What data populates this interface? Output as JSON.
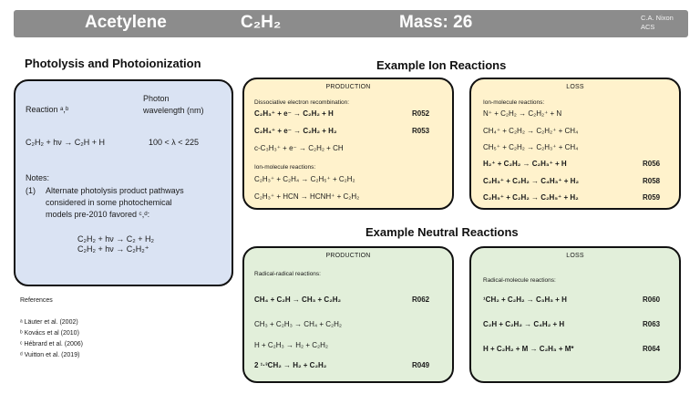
{
  "header": {
    "name": "Acetylene",
    "formula": "C₂H₂",
    "mass": "Mass: 26",
    "credit_line1": "C.A. Nixon",
    "credit_line2": "ACS"
  },
  "photolysis": {
    "title": "Photolysis and Photoionization",
    "col_reaction": "Reaction ᵃ,ᵇ",
    "col_wavelength_1": "Photon",
    "col_wavelength_2": "wavelength (nm)",
    "reaction": "C₂H₂ + hν → C₂H + H",
    "wavelength": "100 < λ < 225",
    "notes_label": "Notes:",
    "note_num": "(1)",
    "note_line1": "Alternate photolysis product pathways",
    "note_line2": "considered in some photochemical",
    "note_line3": "models pre-2010 favored ᶜ,ᵈ:",
    "alt1": "C₂H₂ + hν → C₂ + H₂",
    "alt2": "C₂H₂ + hν → C₂H₂⁺"
  },
  "references": {
    "title": "References",
    "items": [
      "ᵃ Läuter et al. (2002)",
      "ᵇ Kovács et al (2010)",
      "ᶜ Hébrard et al. (2006)",
      "ᵈ Vuitton et al. (2019)"
    ]
  },
  "ion": {
    "title": "Example Ion Reactions",
    "production": {
      "header": "PRODUCTION",
      "sub1": "Dissociative electron recombination:",
      "r1": "C₂H₃⁺ + e⁻ → C₂H₂ + H",
      "r1_id": "R052",
      "r2": "C₂H₄⁺ + e⁻ → C₂H₂ + H₂",
      "r2_id": "R053",
      "r3": "c-C₃H₃⁺ + e⁻ → C₂H₂ + CH",
      "sub2": "Ion-molecule reactions:",
      "r4": "C₂H₃⁺ + C₂H₄ → C₂H₅⁺ + C₂H₂",
      "r5": "C₂H₃⁺ + HCN → HCNH⁺ + C₂H₂"
    },
    "loss": {
      "header": "LOSS",
      "sub1": "Ion-molecule reactions:",
      "r1": "N⁺ + C₂H₂ → C₂H₂⁺ + N",
      "r2": "CH₄⁺ + C₂H₂ → C₂H₂⁺ + CH₄",
      "r3": "CH₅⁺ + C₂H₂ → C₂H₃⁺ + CH₄",
      "r4": "H₂⁺ + C₂H₂ → C₂H₃⁺ + H",
      "r4_id": "R056",
      "r5": "C₂H₃⁺ + C₂H₂ → C₄H₃⁺ + H₂",
      "r5_id": "R058",
      "r6": "C₂H₅⁺ + C₂H₂ → C₂H₅⁺ + H₂",
      "r6_id": "R059"
    }
  },
  "neutral": {
    "title": "Example Neutral Reactions",
    "production": {
      "header": "PRODUCTION",
      "sub1": "Radical-radical reactions:",
      "r1": "CH₄ + C₂H → CH₃ + C₂H₂",
      "r1_id": "R062",
      "r2": "CH₃ + C₂H₃ → CH₄ + C₂H₂",
      "r3": "H + C₂H₃   → H₂ + C₂H₂",
      "r4": "2 ¹·³CH₂   → H₂ + C₂H₂",
      "r4_id": "R049"
    },
    "loss": {
      "header": "LOSS",
      "sub1": "Radical-molecule reactions:",
      "r1": "¹CH₂ + C₂H₂   → C₃H₃ + H",
      "r1_id": "R060",
      "r2": "C₂H + C₂H₂   → C₄H₂ + H",
      "r2_id": "R063",
      "r3": "H + C₂H₂ + M → C₂H₃ + M*",
      "r3_id": "R064"
    }
  }
}
